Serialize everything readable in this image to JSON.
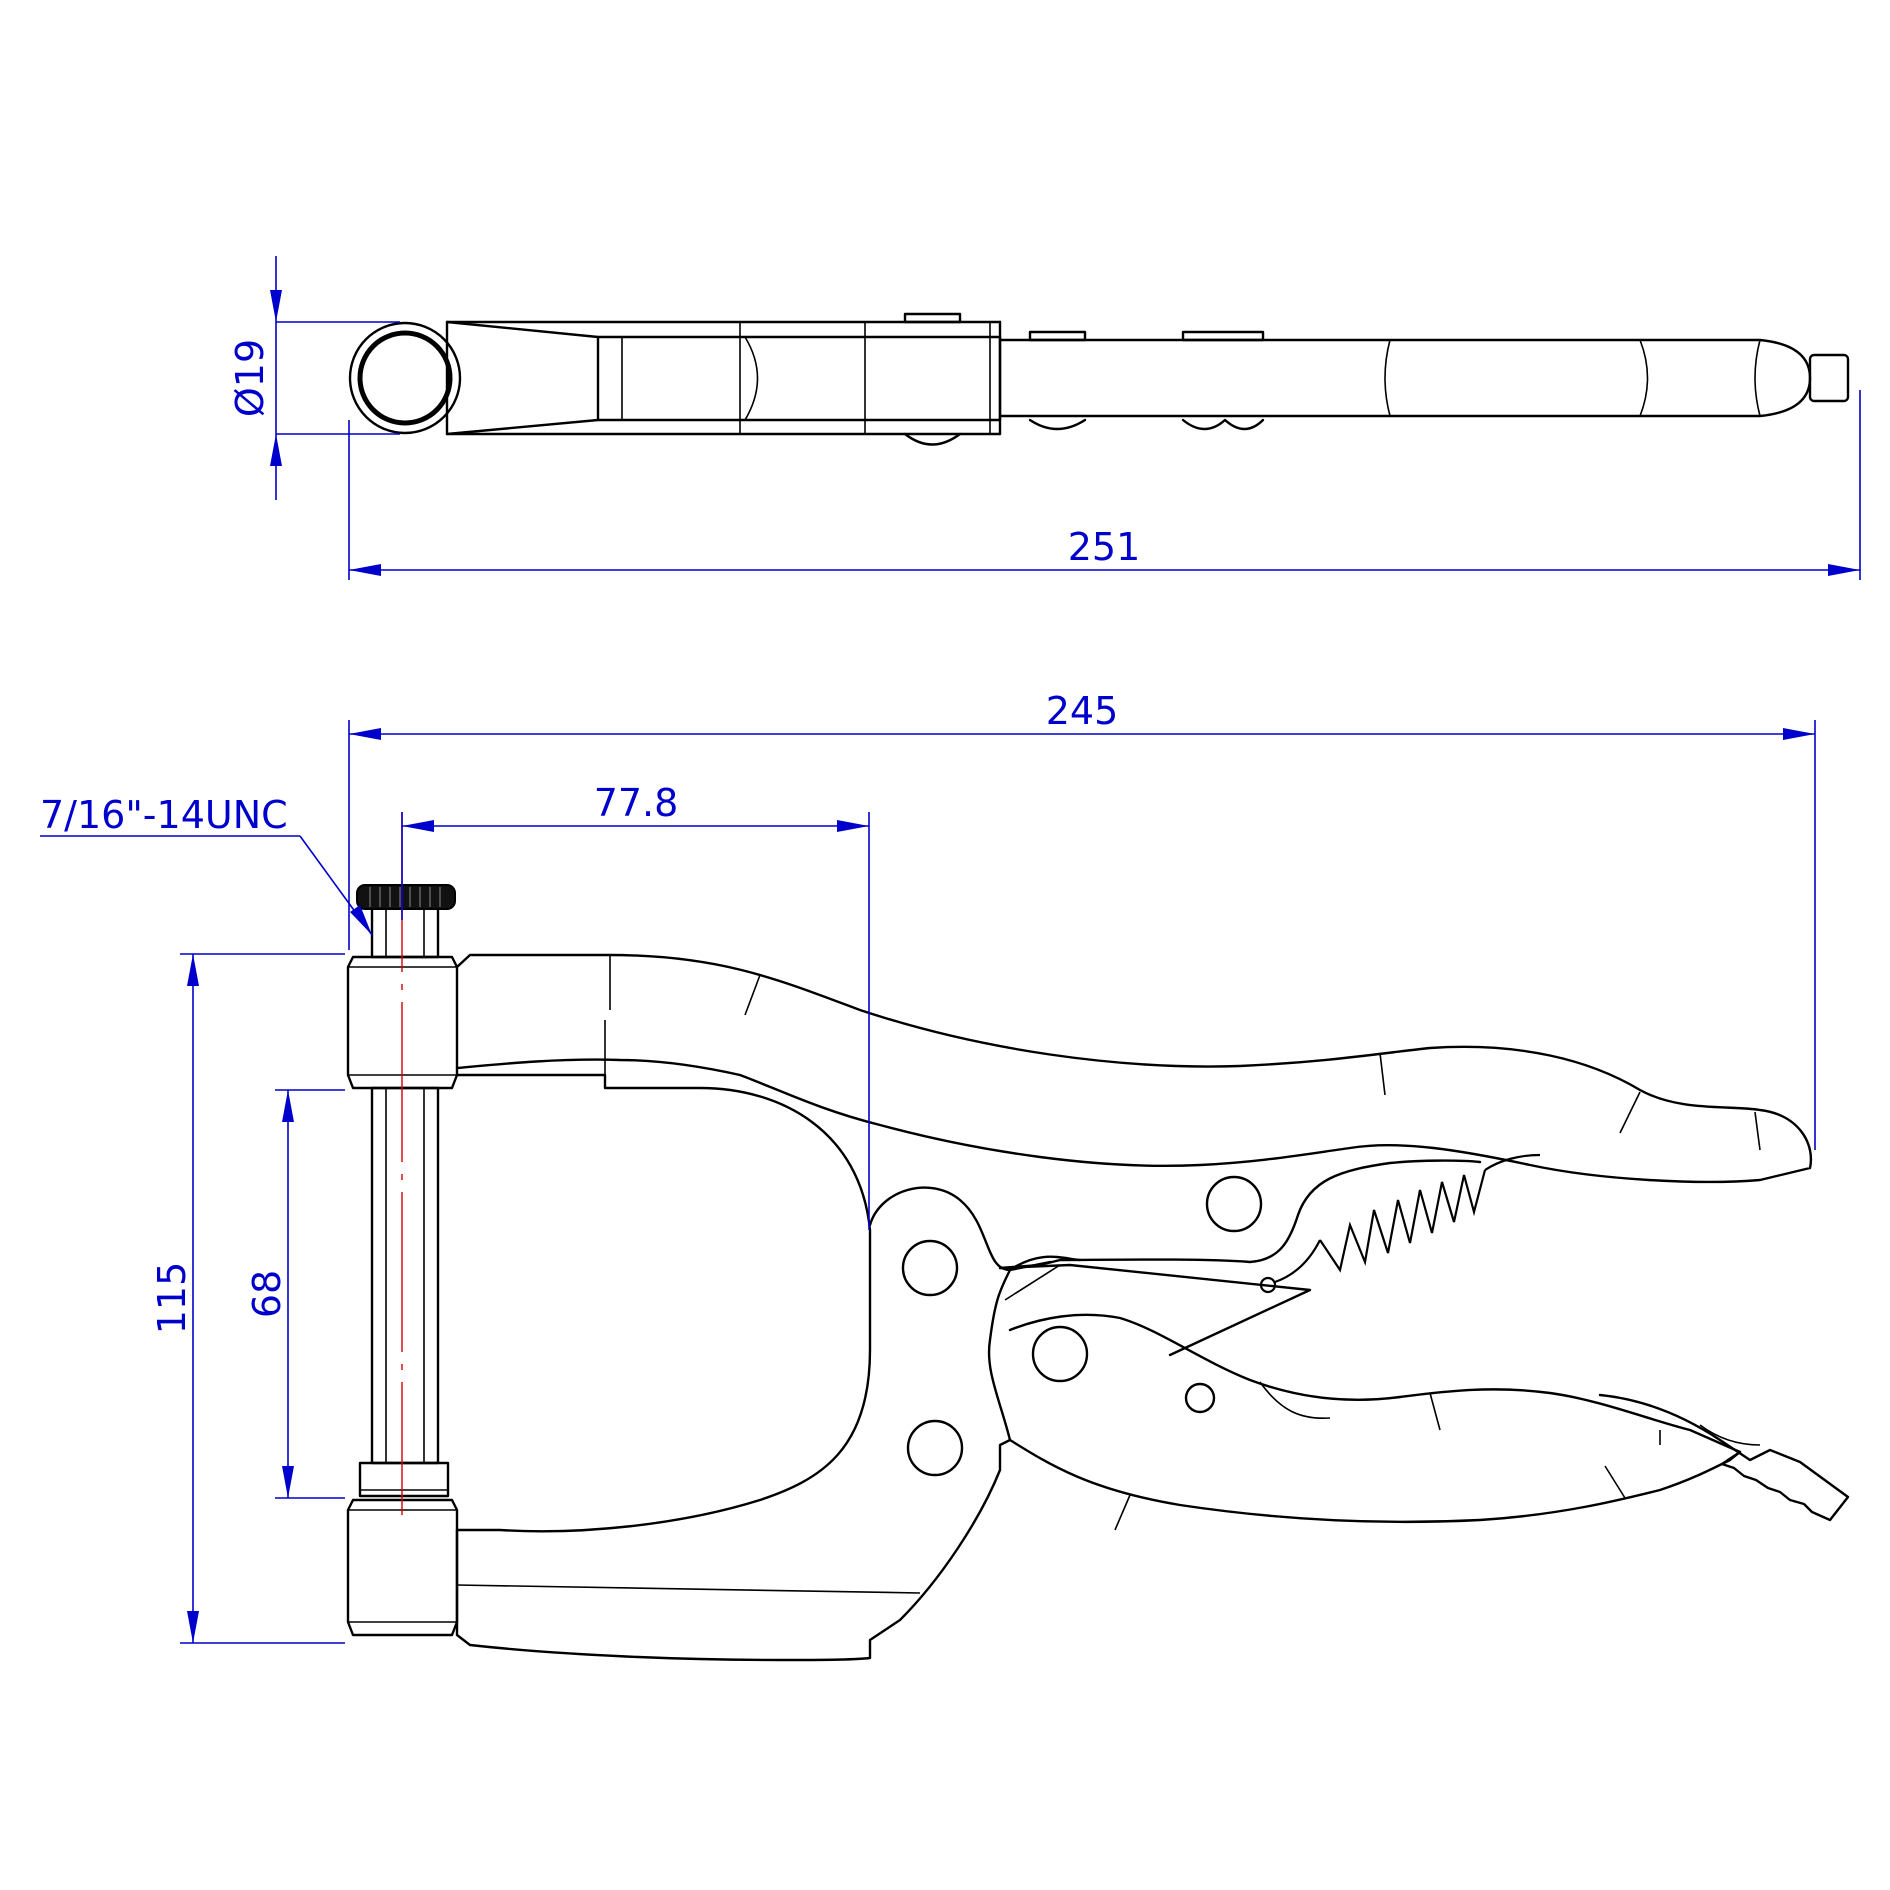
{
  "dimensions": {
    "diameter": {
      "symbol": "Ø",
      "value": "19"
    },
    "top_length": "251",
    "overall_length": "245",
    "thread_spec": "7/16\"-14UNC",
    "reach": "77.8",
    "overall_height": "115",
    "jaw_opening": "68"
  },
  "colors": {
    "outline": "#000000",
    "dimension": "#0000cc",
    "centerline": "#d40000"
  }
}
